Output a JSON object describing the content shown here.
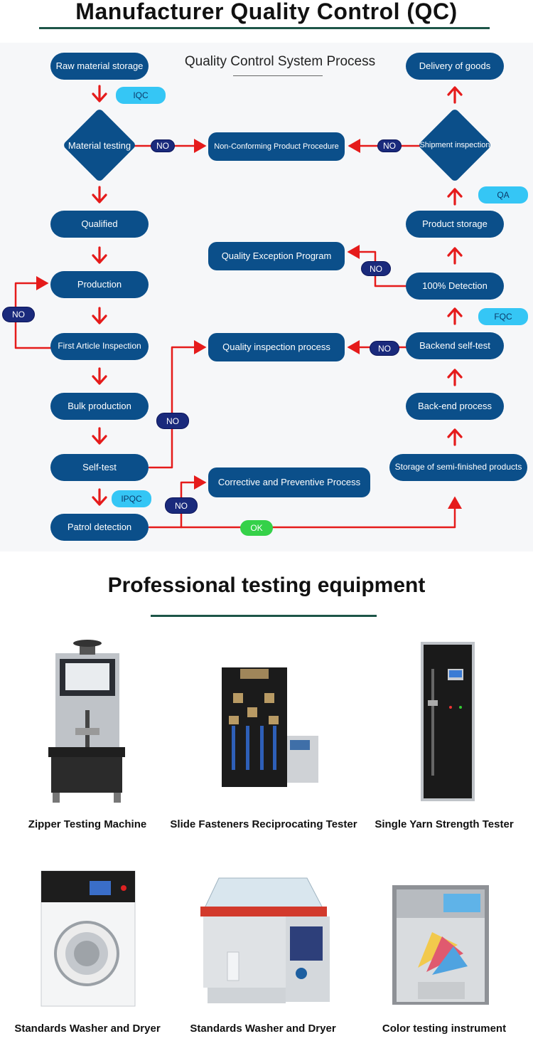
{
  "title": "Manufacturer Quality Control (QC)",
  "flow": {
    "title": "Quality Control System Process",
    "nodes": {
      "raw_material_storage": "Raw material storage",
      "material_testing": "Material testing",
      "non_conforming": "Non-Conforming Product Procedure",
      "shipment_inspection": "Shipment inspection",
      "delivery_of_goods": "Delivery of goods",
      "qualified": "Qualified",
      "product_storage": "Product storage",
      "quality_exception": "Quality Exception Program",
      "production": "Production",
      "detection_100": "100% Detection",
      "first_article": "First Article Inspection",
      "quality_inspection": "Quality inspection process",
      "backend_selftest": "Backend self-test",
      "bulk_production": "Bulk production",
      "backend_process": "Back-end process",
      "self_test": "Self-test",
      "storage_semi": "Storage of semi-finished products",
      "corrective": "Corrective and Preventive Process",
      "patrol_detection": "Patrol detection"
    },
    "tags": {
      "iqc": "IQC",
      "qa": "QA",
      "fqc": "FQC",
      "ipqc": "IPQC",
      "no": "NO",
      "ok": "OK"
    },
    "colors": {
      "node": "#0b4f8a",
      "arrow": "#e51b1b",
      "tag_no": "#1a2a7c",
      "tag_ok": "#35d149",
      "tag_cyan": "#35c6f5"
    }
  },
  "equipment": {
    "title": "Professional testing equipment",
    "items": [
      {
        "caption": "Zipper Testing Machine"
      },
      {
        "caption": "Slide Fasteners Reciprocating Tester"
      },
      {
        "caption": "Single Yarn Strength Tester"
      },
      {
        "caption": "Standards Washer and Dryer"
      },
      {
        "caption": "Standards Washer and Dryer"
      },
      {
        "caption": "Color testing instrument"
      }
    ]
  }
}
